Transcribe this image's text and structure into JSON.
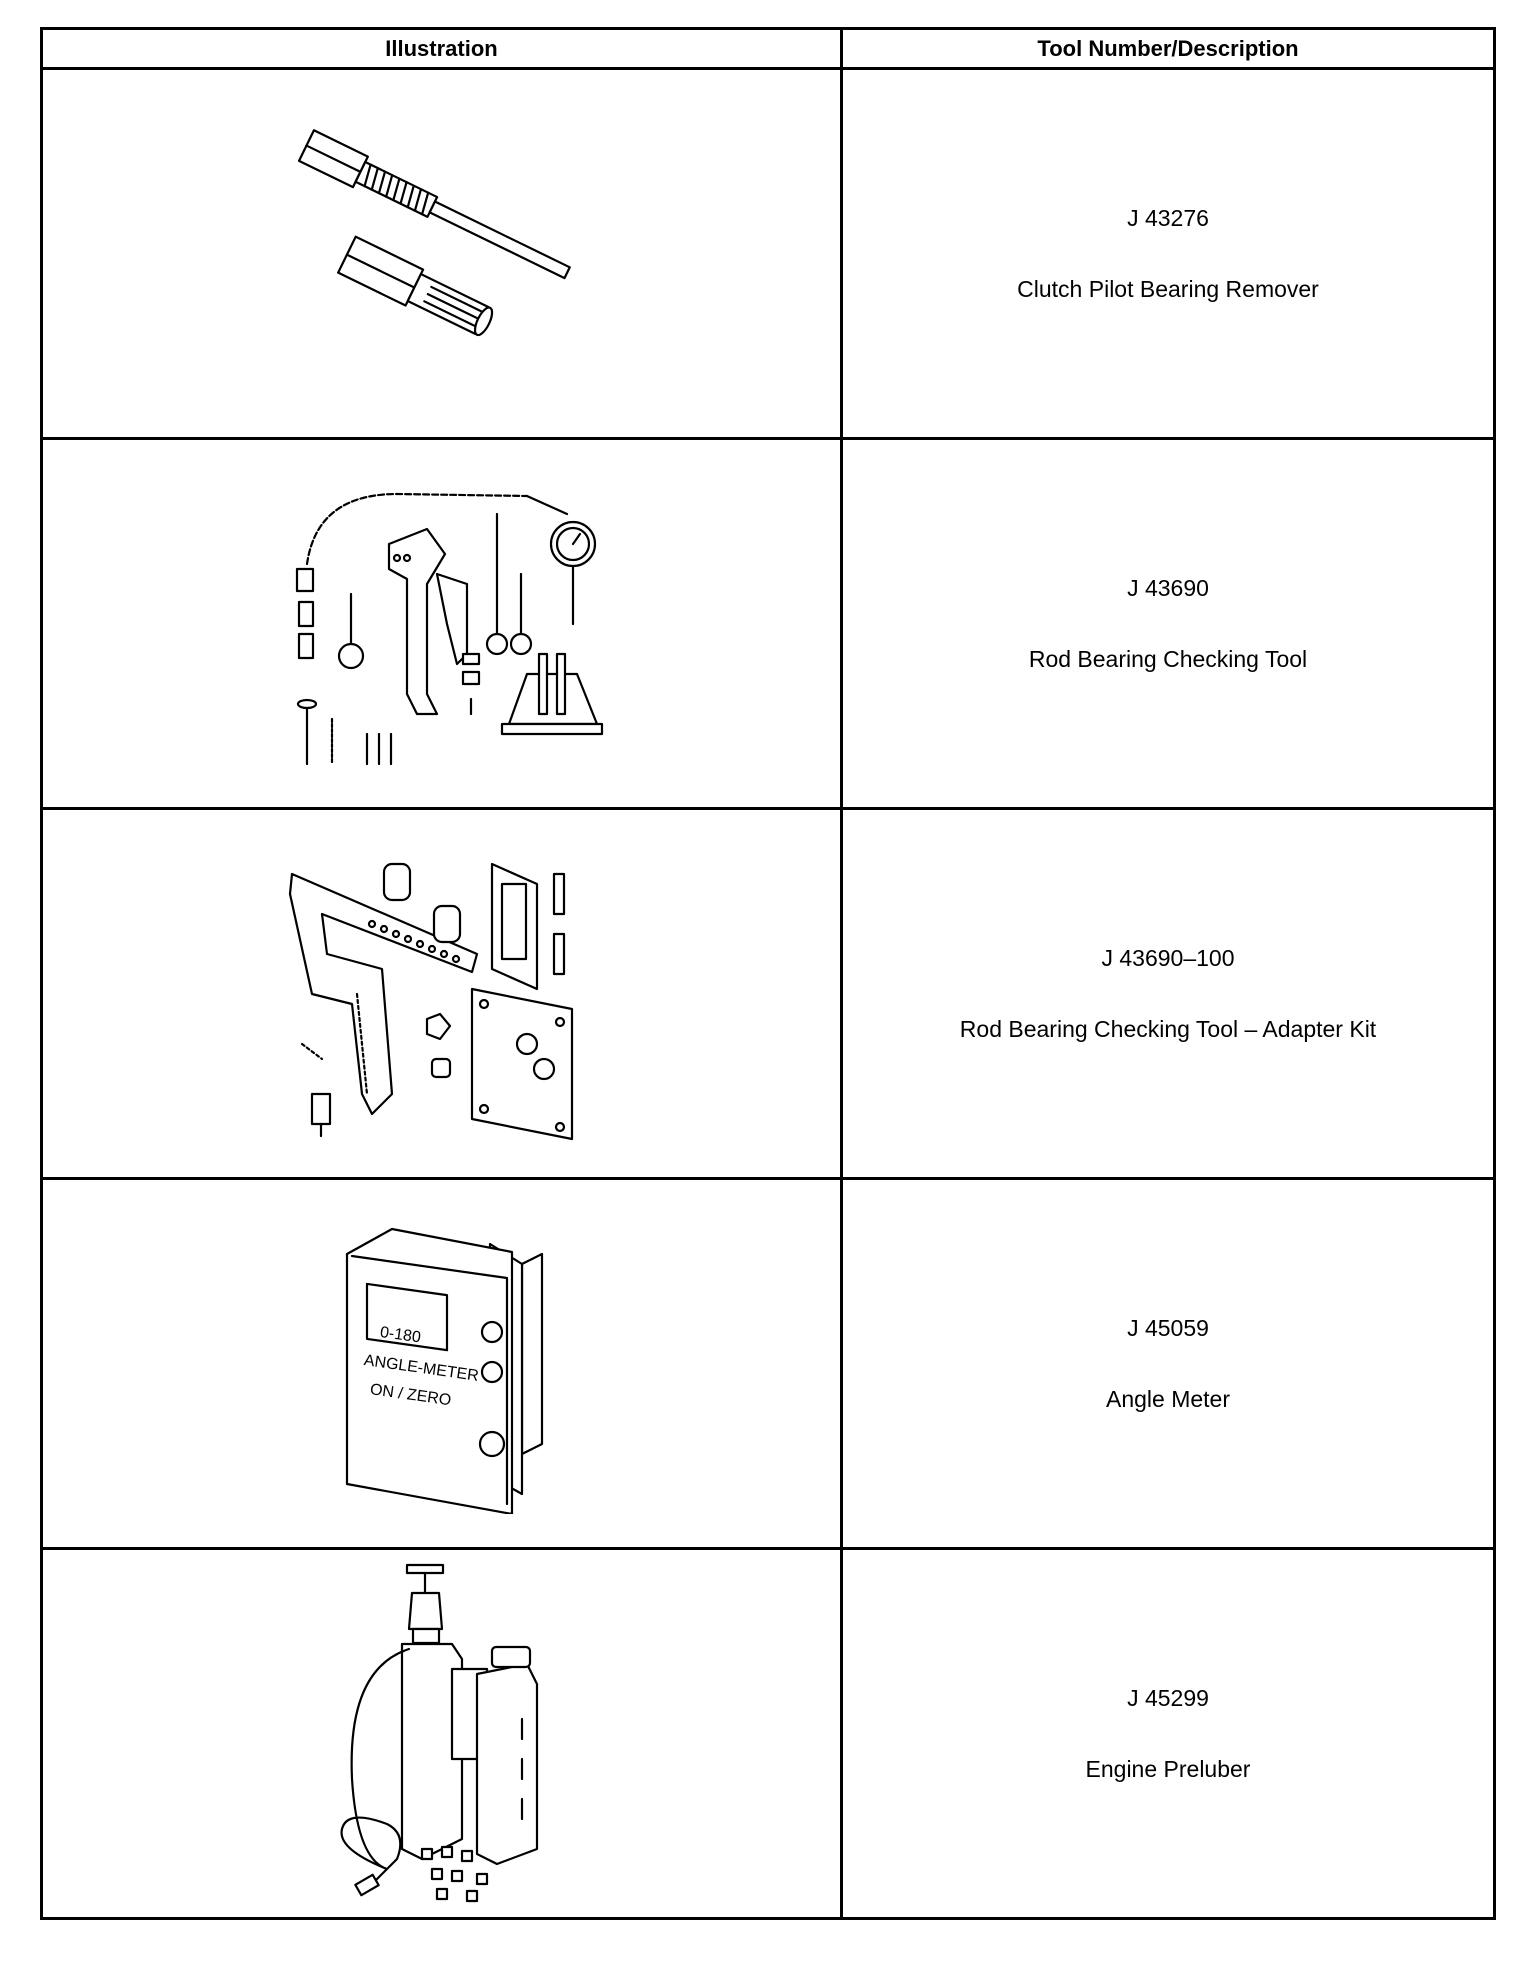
{
  "table": {
    "headers": {
      "illustration": "Illustration",
      "description": "Tool Number/Description"
    },
    "rows": [
      {
        "tool_number": "J 43276",
        "description": "Clutch Pilot Bearing Remover",
        "icon": "clutch-pilot-bearing-remover-illustration"
      },
      {
        "tool_number": "J 43690",
        "description": "Rod Bearing Checking Tool",
        "icon": "rod-bearing-checking-tool-illustration"
      },
      {
        "tool_number": "J 43690–100",
        "description": "Rod Bearing Checking Tool – Adapter Kit",
        "icon": "adapter-kit-illustration"
      },
      {
        "tool_number": "J 45059",
        "description": "Angle Meter",
        "icon": "angle-meter-illustration",
        "device_labels": {
          "range": "0-180",
          "name": "ANGLE-METER",
          "button": "ON / ZERO"
        }
      },
      {
        "tool_number": "J 45299",
        "description": "Engine Preluber",
        "icon": "engine-preluber-illustration"
      }
    ]
  }
}
